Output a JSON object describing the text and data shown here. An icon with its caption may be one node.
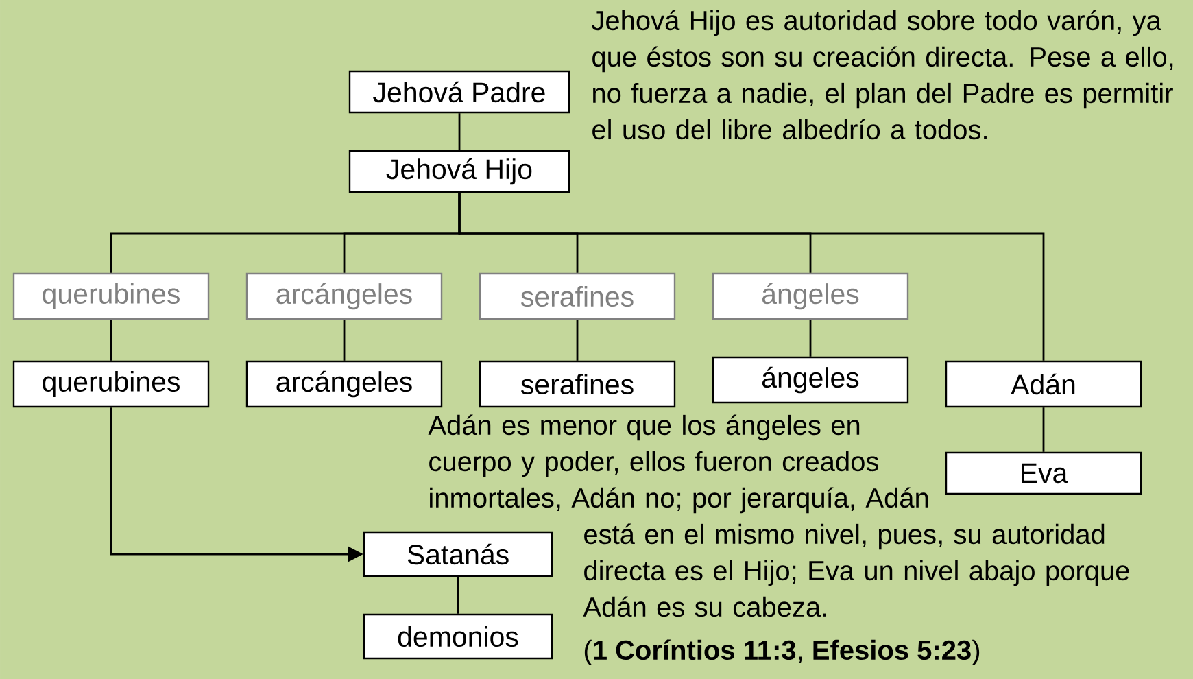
{
  "diagram": {
    "nodes": [
      {
        "text": [
          "Jehová Padre"
        ]
      },
      {
        "text": [
          "Jehová Hijo"
        ]
      },
      {
        "text": [
          "querubines"
        ]
      },
      {
        "text": [
          "arcángeles"
        ]
      },
      {
        "text": [
          "serafines"
        ]
      },
      {
        "text": [
          "ángeles"
        ]
      },
      {
        "text": [
          "querubines"
        ]
      },
      {
        "text": [
          "arcángeles"
        ]
      },
      {
        "text": [
          "serafines"
        ]
      },
      {
        "text": [
          "ángeles"
        ]
      },
      {
        "text": [
          "Adán"
        ]
      },
      {
        "text": [
          "Eva"
        ]
      },
      {
        "text": [
          "Satanás"
        ]
      },
      {
        "text": [
          "demonios"
        ]
      }
    ],
    "edges": [
      {
        "from": 0,
        "to": 1,
        "arrow": "none"
      },
      {
        "from": 1,
        "to": 2,
        "arrow": "none"
      },
      {
        "from": 1,
        "to": 3,
        "arrow": "none"
      },
      {
        "from": 1,
        "to": 4,
        "arrow": "none"
      },
      {
        "from": 1,
        "to": 5,
        "arrow": "none"
      },
      {
        "from": 1,
        "to": 10,
        "arrow": "none"
      },
      {
        "from": 2,
        "to": 6,
        "arrow": "none"
      },
      {
        "from": 3,
        "to": 7,
        "arrow": "none"
      },
      {
        "from": 4,
        "to": 8,
        "arrow": "none"
      },
      {
        "from": 5,
        "to": 9,
        "arrow": "none"
      },
      {
        "from": 10,
        "to": 11,
        "arrow": "none"
      },
      {
        "from": 6,
        "to": 12,
        "arrow": "to"
      },
      {
        "from": 12,
        "to": 13,
        "arrow": "none"
      }
    ],
    "labels": [
      "Jehová Hijo es autoridad sobre todo varón, ya que éstos son su creación directa. Pese a ello, no fuerza a nadie, el plan del Padre es permitir el uso del libre albedrío a todos.",
      "Adán es menor que los ángeles en cuerpo y poder, ellos fueron creados inmortales, Adán no; por jerarquía, Adán está en el mismo nivel, pues, su autoridad directa es el Hijo; Eva un nivel abajo porque Adán es su cabeza.",
      "(**1 Coríntios 11:3**, **Efesios 5:23**)"
    ]
  }
}
